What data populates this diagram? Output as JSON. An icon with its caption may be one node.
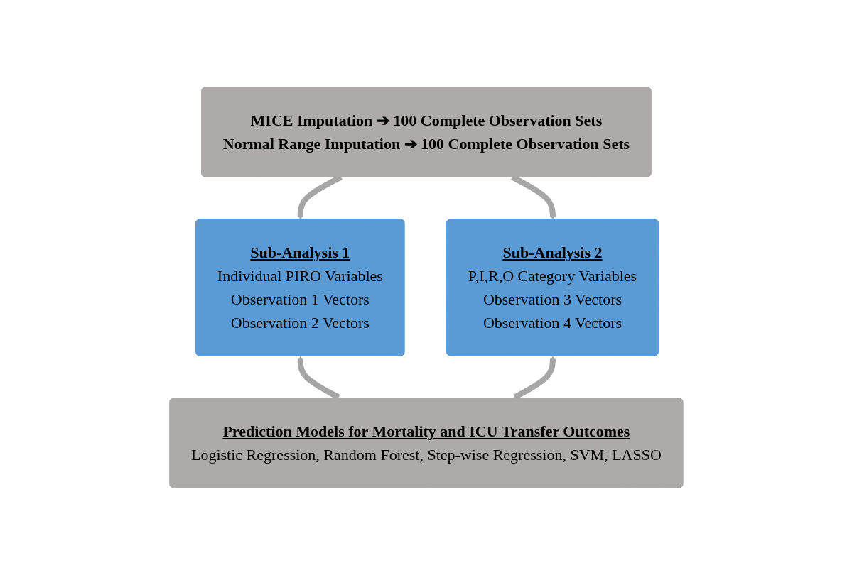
{
  "diagram": {
    "nodes": [
      {
        "text": [
          "MICE Imputation ➔ 100 Complete Observation Sets",
          "Normal Range Imputation ➔ 100 Complete Observation Sets"
        ]
      },
      {
        "text": [
          "Sub-Analysis 1",
          "Individual PIRO Variables",
          "Observation 1 Vectors",
          "Observation 2 Vectors"
        ]
      },
      {
        "text": [
          "Sub-Analysis 2",
          "P,I,R,O Category Variables",
          "Observation 3 Vectors",
          "Observation 4 Vectors"
        ]
      },
      {
        "text": [
          "Prediction Models for Mortality and ICU Transfer Outcomes",
          "Logistic Regression, Random Forest, Step-wise Regression, SVM, LASSO"
        ]
      }
    ],
    "edges": [
      {
        "from": 0,
        "to": 1,
        "arrow": "to"
      },
      {
        "from": 0,
        "to": 2,
        "arrow": "to"
      },
      {
        "from": 3,
        "to": 1,
        "arrow": "to"
      },
      {
        "from": 3,
        "to": 2,
        "arrow": "to"
      }
    ]
  }
}
